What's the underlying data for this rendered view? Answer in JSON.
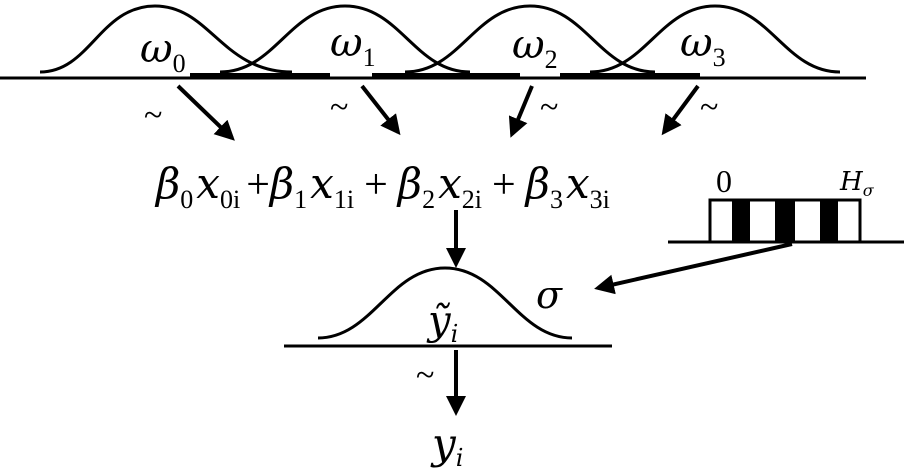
{
  "priors": [
    {
      "symbol": "ω",
      "sub": "0"
    },
    {
      "symbol": "ω",
      "sub": "1"
    },
    {
      "symbol": "ω",
      "sub": "2"
    },
    {
      "symbol": "ω",
      "sub": "3"
    }
  ],
  "tilde": "~",
  "terms": [
    {
      "coef": "β",
      "coef_sub": "0",
      "var": "x",
      "var_sub": "0i",
      "op": ""
    },
    {
      "coef": "β",
      "coef_sub": "1",
      "var": "x",
      "var_sub": "1i",
      "op": "+"
    },
    {
      "coef": "β",
      "coef_sub": "2",
      "var": "x",
      "var_sub": "2i",
      "op": "+"
    },
    {
      "coef": "β",
      "coef_sub": "3",
      "var": "x",
      "var_sub": "3i",
      "op": "+"
    }
  ],
  "hist": {
    "zero": "0",
    "label": "H",
    "label_sub": "σ"
  },
  "sigma": "σ",
  "latent": {
    "symbol": "ỹ",
    "sub": "i"
  },
  "observed": {
    "symbol": "y",
    "sub": "i"
  }
}
